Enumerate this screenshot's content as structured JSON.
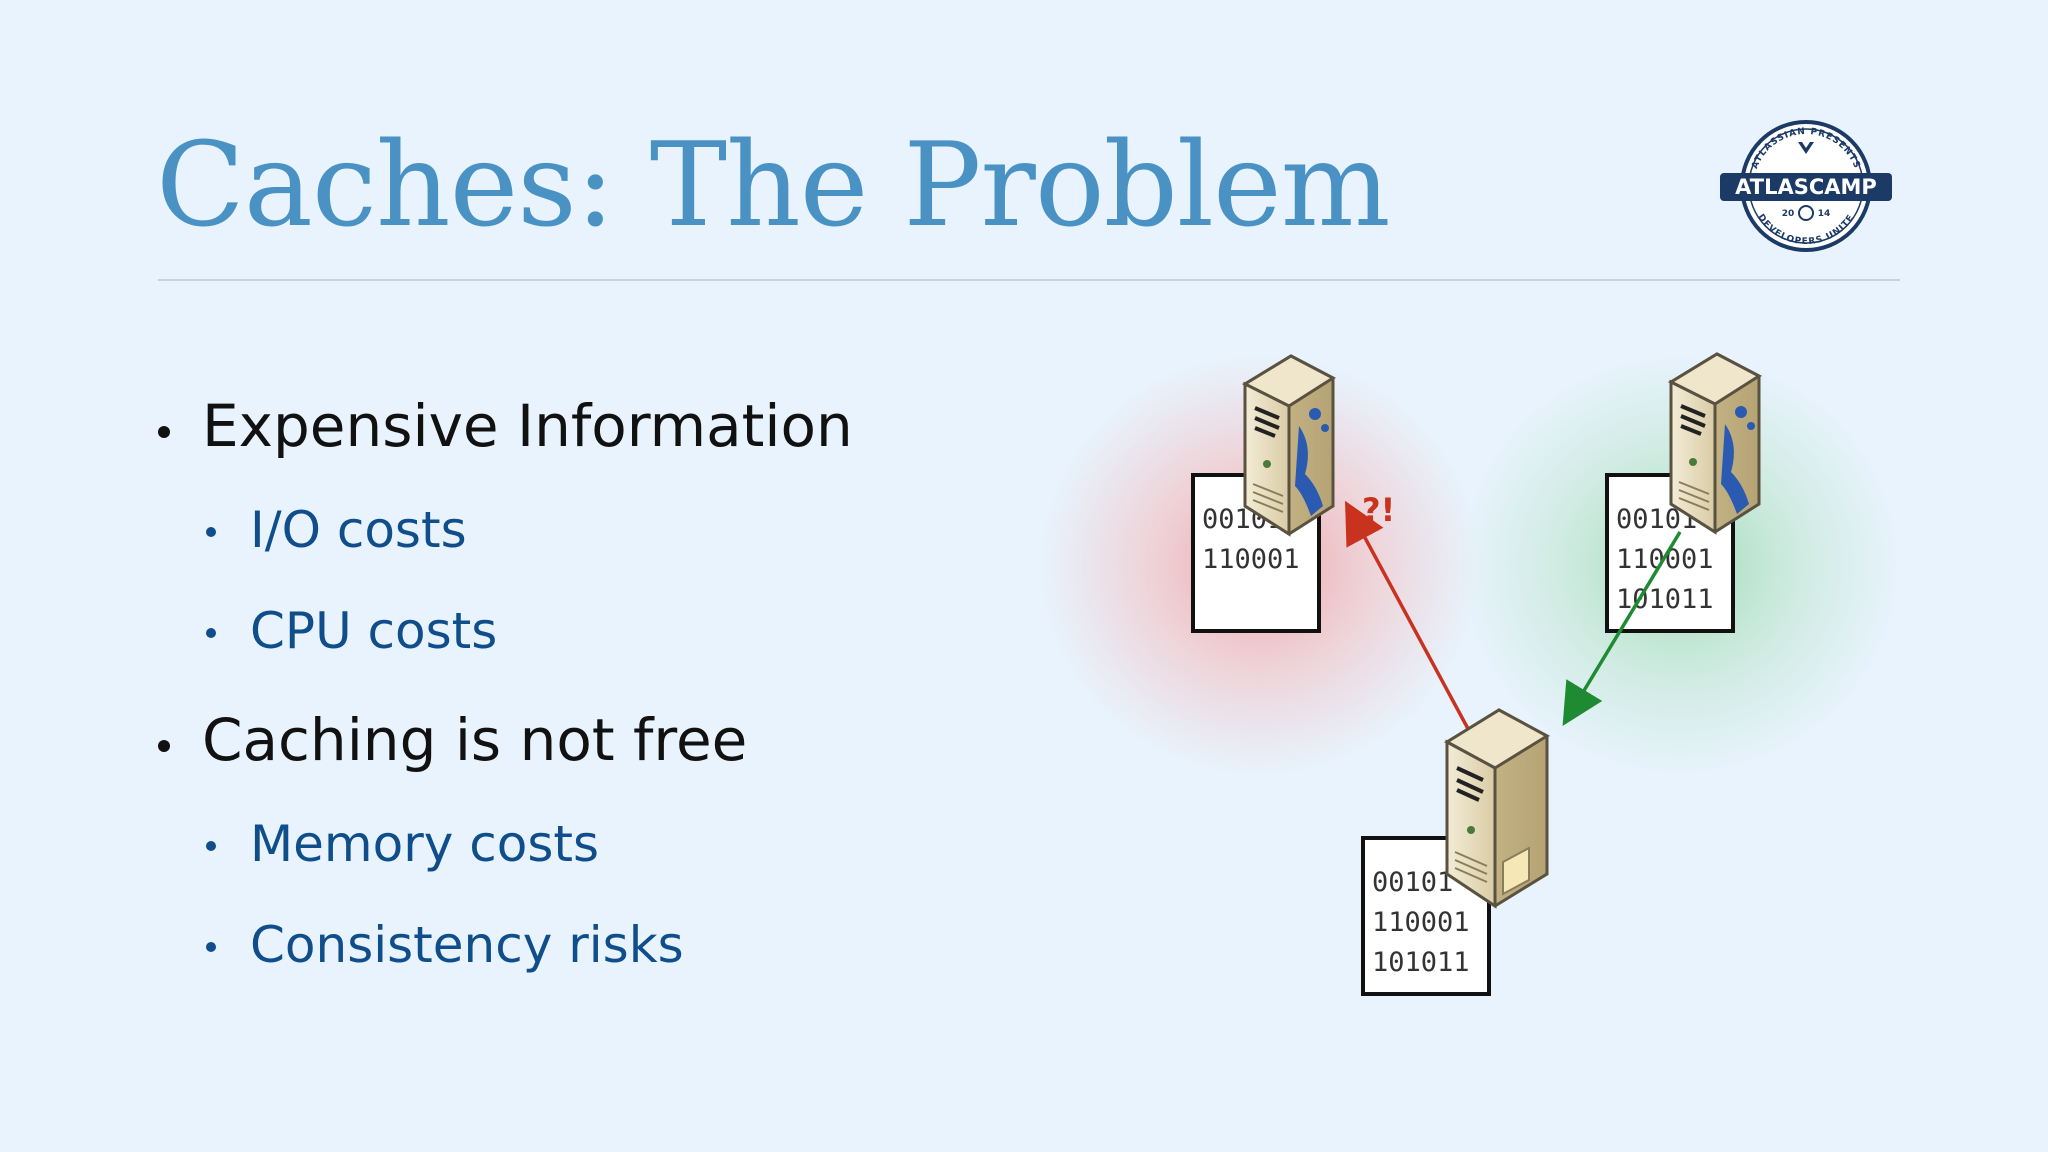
{
  "slide": {
    "title": "Caches: The Problem"
  },
  "logo": {
    "top_arc": "ATLASSIAN PRESENTS",
    "name": "ATLASCAMP",
    "year_left": "20",
    "year_right": "14",
    "bottom_arc": "DEVELOPERS UNITE"
  },
  "bullets": [
    {
      "text": "Expensive Information",
      "children": [
        "I/O costs",
        "CPU costs"
      ]
    },
    {
      "text": "Caching is not free",
      "children": [
        "Memory costs",
        "Consistency risks"
      ]
    }
  ],
  "diagram": {
    "left_doc": [
      "00101",
      "110001"
    ],
    "right_doc": [
      "00101",
      "110001",
      "101011"
    ],
    "bottom_doc": [
      "00101",
      "110001",
      "101011"
    ],
    "alert_text": "?!",
    "colors": {
      "stale_glow": "#f0a0a0",
      "fresh_glow": "#9fd9b4",
      "red_arrow": "#c8321e",
      "green_arrow": "#1e8a32",
      "product_blue": "#2a5bb0"
    },
    "icons": [
      "server-icon",
      "document-icon"
    ]
  }
}
